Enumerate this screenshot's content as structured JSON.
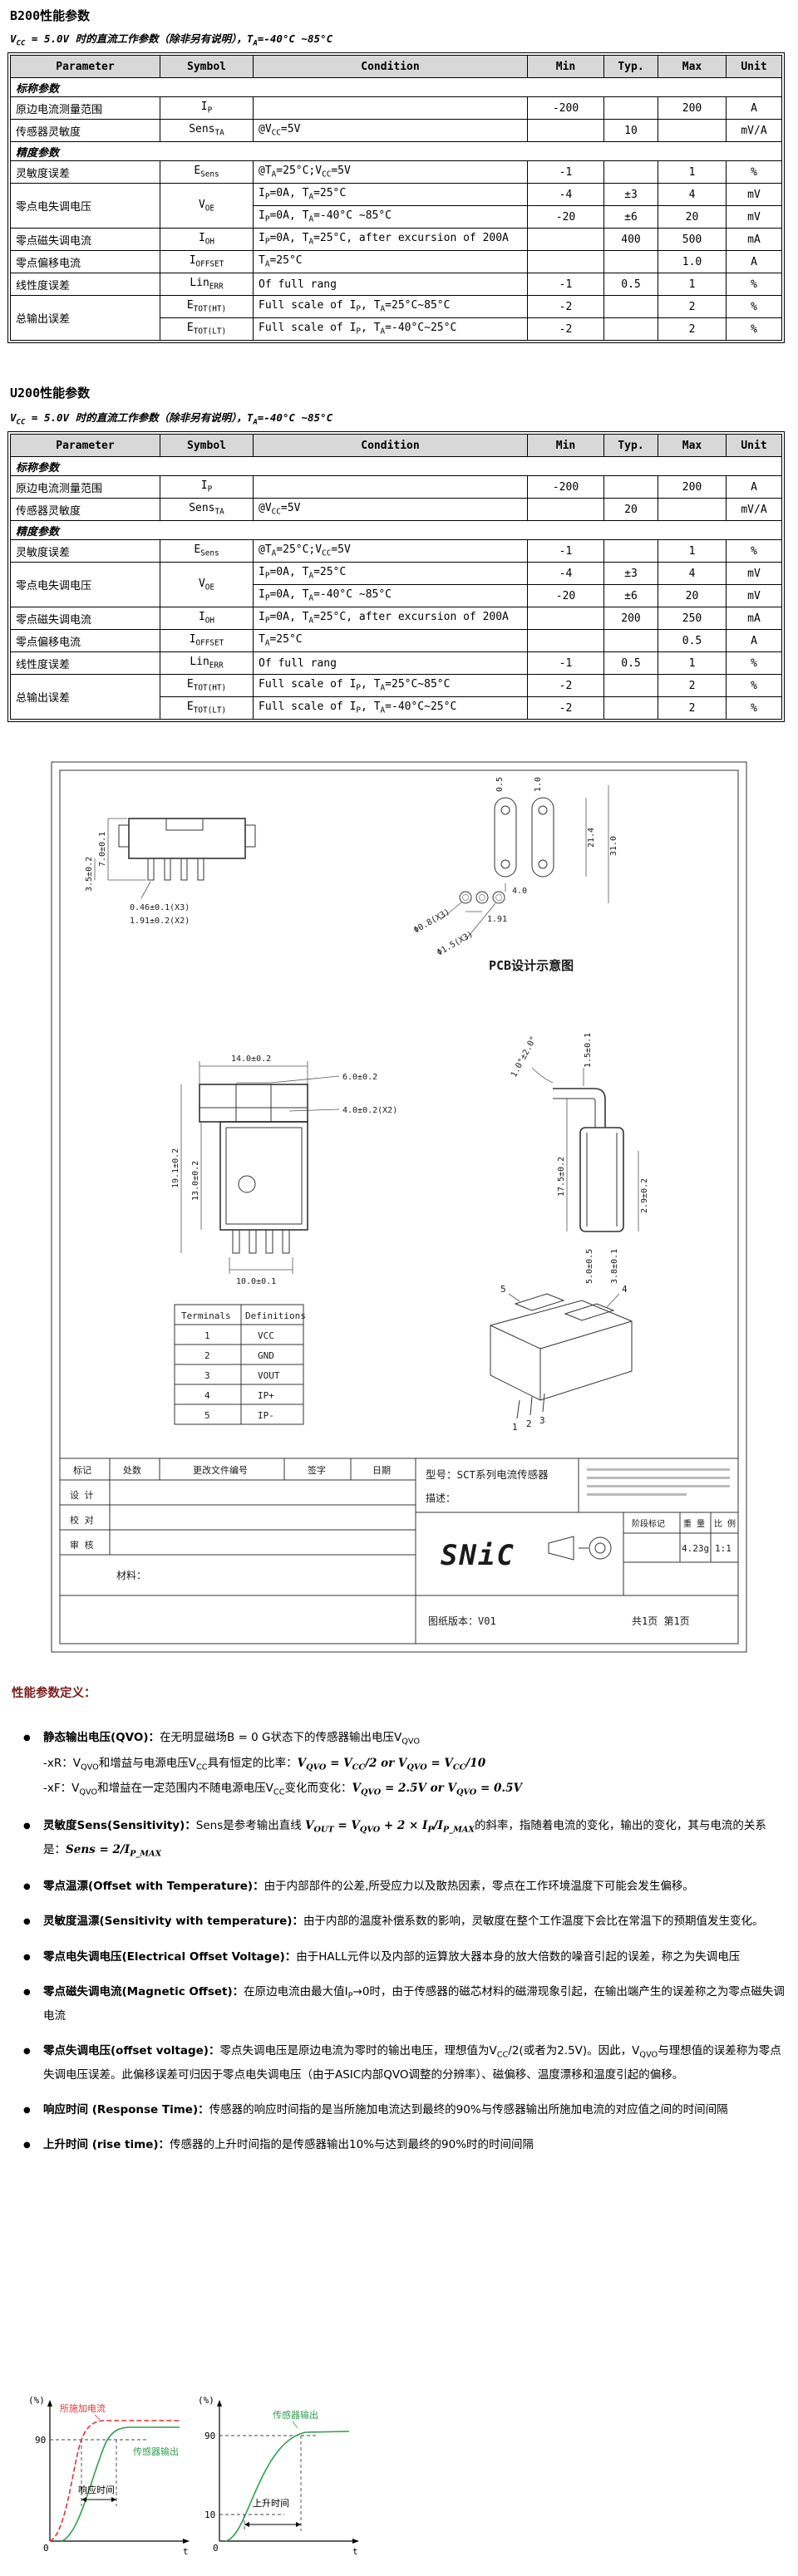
{
  "b200": {
    "title": "B200性能参数",
    "subtitle": "V_{CC} = 5.0V 时的直流工作参数（除非另有说明），T_{A}=-40°C ~85°C",
    "table": {
      "headers": [
        "Parameter",
        "Symbol",
        "Condition",
        "Min",
        "Typ.",
        "Max",
        "Unit"
      ],
      "widths": [
        180,
        112,
        330,
        92,
        65,
        82,
        67
      ],
      "rows": [
        {
          "section": "标称参数"
        },
        {
          "cells": [
            {
              "t": "原边电流测量范围",
              "cls": "pname"
            },
            {
              "t": "I_{P}"
            },
            {
              "t": "",
              "cls": "cond"
            },
            {
              "t": "-200"
            },
            {
              "t": ""
            },
            {
              "t": "200"
            },
            {
              "t": "A"
            }
          ]
        },
        {
          "cells": [
            {
              "t": "传感器灵敏度",
              "cls": "pname"
            },
            {
              "t": "Sens_{TA}"
            },
            {
              "t": "@V_{CC}=5V",
              "cls": "cond"
            },
            {
              "t": ""
            },
            {
              "t": "10"
            },
            {
              "t": ""
            },
            {
              "t": "mV/A"
            }
          ]
        },
        {
          "section": "精度参数"
        },
        {
          "cells": [
            {
              "t": "灵敏度误差",
              "cls": "pname"
            },
            {
              "t": "E_{Sens}"
            },
            {
              "t": "@T_{A}=25°C;V_{CC}=5V",
              "cls": "cond"
            },
            {
              "t": "-1"
            },
            {
              "t": ""
            },
            {
              "t": "1"
            },
            {
              "t": "%"
            }
          ]
        },
        {
          "cells": [
            {
              "t": "零点电失调电压",
              "cls": "pname",
              "rs": 2
            },
            {
              "t": "V_{OE}",
              "rs": 2
            },
            {
              "t": "I_{P}=0A, T_{A}=25°C",
              "cls": "cond"
            },
            {
              "t": "-4"
            },
            {
              "t": "±3"
            },
            {
              "t": "4"
            },
            {
              "t": "mV"
            }
          ]
        },
        {
          "cells": [
            {
              "t": "I_{P}=0A, T_{A}=-40°C ~85°C",
              "cls": "cond"
            },
            {
              "t": "-20"
            },
            {
              "t": "±6"
            },
            {
              "t": "20"
            },
            {
              "t": "mV"
            }
          ]
        },
        {
          "cells": [
            {
              "t": "零点磁失调电流",
              "cls": "pname"
            },
            {
              "t": "I_{OH}"
            },
            {
              "t": "I_{P}=0A, T_{A}=25°C, after excursion of 200A",
              "cls": "cond"
            },
            {
              "t": ""
            },
            {
              "t": "400"
            },
            {
              "t": "500"
            },
            {
              "t": "mA"
            }
          ]
        },
        {
          "cells": [
            {
              "t": "零点偏移电流",
              "cls": "pname"
            },
            {
              "t": "I_{OFFSET}"
            },
            {
              "t": "T_{A}=25°C",
              "cls": "cond"
            },
            {
              "t": ""
            },
            {
              "t": ""
            },
            {
              "t": "1.0"
            },
            {
              "t": "A"
            }
          ]
        },
        {
          "cells": [
            {
              "t": "线性度误差",
              "cls": "pname"
            },
            {
              "t": "Lin_{ERR}"
            },
            {
              "t": "Of full rang",
              "cls": "cond"
            },
            {
              "t": "-1"
            },
            {
              "t": "0.5"
            },
            {
              "t": "1"
            },
            {
              "t": "%"
            }
          ]
        },
        {
          "cells": [
            {
              "t": "总输出误差",
              "cls": "pname",
              "rs": 2
            },
            {
              "t": "E_{TOT(HT)}"
            },
            {
              "t": "Full scale of I_{P}, T_{A}=25°C~85°C",
              "cls": "cond"
            },
            {
              "t": "-2"
            },
            {
              "t": ""
            },
            {
              "t": "2"
            },
            {
              "t": "%"
            }
          ]
        },
        {
          "cells": [
            {
              "t": "E_{TOT(LT)}"
            },
            {
              "t": "Full scale of I_{P}, T_{A}=-40°C~25°C",
              "cls": "cond"
            },
            {
              "t": "-2"
            },
            {
              "t": ""
            },
            {
              "t": "2"
            },
            {
              "t": "%"
            }
          ]
        }
      ]
    }
  },
  "u200": {
    "title": "U200性能参数",
    "subtitle": "V_{CC} = 5.0V 时的直流工作参数（除非另有说明），T_{A}=-40°C ~85°C",
    "table": {
      "headers": [
        "Parameter",
        "Symbol",
        "Condition",
        "Min",
        "Typ.",
        "Max",
        "Unit"
      ],
      "widths": [
        180,
        112,
        330,
        92,
        65,
        82,
        67
      ],
      "rows": [
        {
          "section": "标称参数"
        },
        {
          "cells": [
            {
              "t": "原边电流测量范围",
              "cls": "pname"
            },
            {
              "t": "I_{P}"
            },
            {
              "t": "",
              "cls": "cond"
            },
            {
              "t": "-200"
            },
            {
              "t": ""
            },
            {
              "t": "200"
            },
            {
              "t": "A"
            }
          ]
        },
        {
          "cells": [
            {
              "t": "传感器灵敏度",
              "cls": "pname"
            },
            {
              "t": "Sens_{TA}"
            },
            {
              "t": "@V_{CC}=5V",
              "cls": "cond"
            },
            {
              "t": ""
            },
            {
              "t": "20"
            },
            {
              "t": ""
            },
            {
              "t": "mV/A"
            }
          ]
        },
        {
          "section": "精度参数"
        },
        {
          "cells": [
            {
              "t": "灵敏度误差",
              "cls": "pname"
            },
            {
              "t": "E_{Sens}"
            },
            {
              "t": "@T_{A}=25°C;V_{CC}=5V",
              "cls": "cond"
            },
            {
              "t": "-1"
            },
            {
              "t": ""
            },
            {
              "t": "1"
            },
            {
              "t": "%"
            }
          ]
        },
        {
          "cells": [
            {
              "t": "零点电失调电压",
              "cls": "pname",
              "rs": 2
            },
            {
              "t": "V_{OE}",
              "rs": 2
            },
            {
              "t": "I_{P}=0A, T_{A}=25°C",
              "cls": "cond"
            },
            {
              "t": "-4"
            },
            {
              "t": "±3"
            },
            {
              "t": "4"
            },
            {
              "t": "mV"
            }
          ]
        },
        {
          "cells": [
            {
              "t": "I_{P}=0A, T_{A}=-40°C ~85°C",
              "cls": "cond"
            },
            {
              "t": "-20"
            },
            {
              "t": "±6"
            },
            {
              "t": "20"
            },
            {
              "t": "mV"
            }
          ]
        },
        {
          "cells": [
            {
              "t": "零点磁失调电流",
              "cls": "pname"
            },
            {
              "t": "I_{OH}"
            },
            {
              "t": "I_{P}=0A, T_{A}=25°C, after excursion of 200A",
              "cls": "cond"
            },
            {
              "t": ""
            },
            {
              "t": "200"
            },
            {
              "t": "250"
            },
            {
              "t": "mA"
            }
          ]
        },
        {
          "cells": [
            {
              "t": "零点偏移电流",
              "cls": "pname"
            },
            {
              "t": "I_{OFFSET}"
            },
            {
              "t": "T_{A}=25°C",
              "cls": "cond"
            },
            {
              "t": ""
            },
            {
              "t": ""
            },
            {
              "t": "0.5"
            },
            {
              "t": "A"
            }
          ]
        },
        {
          "cells": [
            {
              "t": "线性度误差",
              "cls": "pname"
            },
            {
              "t": "Lin_{ERR}"
            },
            {
              "t": "Of full rang",
              "cls": "cond"
            },
            {
              "t": "-1"
            },
            {
              "t": "0.5"
            },
            {
              "t": "1"
            },
            {
              "t": "%"
            }
          ]
        },
        {
          "cells": [
            {
              "t": "总输出误差",
              "cls": "pname",
              "rs": 2
            },
            {
              "t": "E_{TOT(HT)}"
            },
            {
              "t": "Full scale of I_{P}, T_{A}=25°C~85°C",
              "cls": "cond"
            },
            {
              "t": "-2"
            },
            {
              "t": ""
            },
            {
              "t": "2"
            },
            {
              "t": "%"
            }
          ]
        },
        {
          "cells": [
            {
              "t": "E_{TOT(LT)}"
            },
            {
              "t": "Full scale of I_{P}, T_{A}=-40°C~25°C",
              "cls": "cond"
            },
            {
              "t": "-2"
            },
            {
              "t": ""
            },
            {
              "t": "2"
            },
            {
              "t": "%"
            }
          ]
        }
      ]
    }
  },
  "drawing": {
    "dims": {
      "tv_h": "7.0±0.1",
      "tv_side": "3.5±0.2",
      "tv_pin_w": "0.46±0.1(X3)",
      "tv_pin_p": "1.91±0.2(X2)",
      "pcb_d1": "0.5",
      "pcb_d2": "1.0",
      "pcb_d3": "31.0",
      "pcb_d4": "21.4",
      "pcb_d5": "4.0",
      "pcb_d6": "Φ0.8(X3)",
      "pcb_d7": "Φ1.5(X3)",
      "pcb_d8": "1.91",
      "pcb_label": "PCB设计示意图",
      "fv_w": "14.0±0.2",
      "fv_slot": "6.0±0.2",
      "fv_tab": "4.0±0.2(X2)",
      "fv_h1": "19.1±0.2",
      "fv_h2": "13.0±0.2",
      "fv_bw": "10.0±0.1",
      "sv_angle": "1.0°±2.0°",
      "sv_lead": "1.5±0.1",
      "sv_h": "17.5±0.2",
      "sv_d1": "2.9±0.2",
      "sv_d2": "5.0±0.5",
      "sv_d3": "3.8±0.1"
    },
    "terminals": {
      "headers": [
        "Terminals",
        "Definitions"
      ],
      "rows": [
        [
          "1",
          "VCC"
        ],
        [
          "2",
          "GND"
        ],
        [
          "3",
          "VOUT"
        ],
        [
          "4",
          "IP+"
        ],
        [
          "5",
          "IP-"
        ]
      ]
    },
    "iso": [
      "1",
      "2",
      "3",
      "4",
      "5"
    ],
    "titleblock": {
      "rev_headers": [
        "标记",
        "处数",
        "更改文件编号",
        "签字",
        "日期"
      ],
      "role_rows": [
        "设 计",
        "校 对",
        "审 核"
      ],
      "material": "材料：",
      "model": "型号：SCT系列电流传感器",
      "desc": "描述：",
      "brand": "SNiC",
      "stage": "阶段标记",
      "weight_label": "重 量",
      "scale_label": "比 例",
      "weight": "4.23g",
      "scale": "1:1",
      "version": "图纸版本：V01",
      "pages": "共1页 第1页"
    }
  },
  "defs": {
    "heading": "性能参数定义：",
    "items": [
      {
        "bullet": true,
        "parts": [
          {
            "s": "head",
            "t": "静态输出电压(QVO)："
          },
          {
            "s": "plain",
            "t": "在无明显磁场B = 0 G状态下的传感器输出电压V_{QVO}"
          }
        ]
      },
      {
        "bullet": false,
        "parts": [
          {
            "s": "plain",
            "t": "-xR：V_{QVO}和增益与电源电压V_{CC}具有恒定的比率："
          },
          {
            "s": "formula",
            "t": "V_{QVO} = V_{CC}/2  or  V_{QVO} = V_{CC}/10"
          }
        ]
      },
      {
        "bullet": false,
        "parts": [
          {
            "s": "plain",
            "t": "-xF：V_{QVO}和增益在一定范围内不随电源电压V_{CC}变化而变化："
          },
          {
            "s": "formula",
            "t": "V_{QVO} = 2.5V  or  V_{QVO} = 0.5V"
          }
        ]
      },
      {
        "bullet": true,
        "parts": [
          {
            "s": "head",
            "t": "灵敏度Sens(Sensitivity)："
          },
          {
            "s": "plain",
            "t": "Sens是参考输出直线 "
          },
          {
            "s": "formula",
            "t": "V_{OUT} = V_{QVO} + 2 × I_{P}/I_{P_MAX}"
          },
          {
            "s": "plain",
            "t": "的斜率，指随着电流的变化，输出的变化，其与电流的关系是："
          },
          {
            "s": "formula",
            "t": "Sens = 2/I_{P_MAX}"
          }
        ]
      },
      {
        "bullet": true,
        "parts": [
          {
            "s": "head",
            "t": "零点温漂(Offset with Temperature)："
          },
          {
            "s": "plain",
            "t": "由于内部部件的公差,所受应力以及散热因素，零点在工作环境温度下可能会发生偏移。"
          }
        ]
      },
      {
        "bullet": true,
        "parts": [
          {
            "s": "head",
            "t": "灵敏度温漂(Sensitivity with temperature)："
          },
          {
            "s": "plain",
            "t": "由于内部的温度补偿系数的影响，灵敏度在整个工作温度下会比在常温下的预期值发生变化。"
          }
        ]
      },
      {
        "bullet": true,
        "parts": [
          {
            "s": "head",
            "t": "零点电失调电压(Electrical Offset Voltage)："
          },
          {
            "s": "plain",
            "t": "由于HALL元件以及内部的运算放大器本身的放大倍数的噪音引起的误差，称之为失调电压"
          }
        ]
      },
      {
        "bullet": true,
        "parts": [
          {
            "s": "head",
            "t": "零点磁失调电流(Magnetic Offset)："
          },
          {
            "s": "plain",
            "t": "在原边电流由最大值I_{P}→0时，由于传感器的磁芯材料的磁滞现象引起，在输出端产生的误差称之为零点磁失调电流"
          }
        ]
      },
      {
        "bullet": true,
        "parts": [
          {
            "s": "head",
            "t": "零点失调电压(offset voltage)："
          },
          {
            "s": "plain",
            "t": "零点失调电压是原边电流为零时的输出电压，理想值为V_{CC}/2(或者为2.5V)。因此，V_{QVO}与理想值的误差称为零点失调电压误差。此偏移误差可归因于零点电失调电压（由于ASIC内部QVO调整的分辨率）、磁偏移、温度漂移和温度引起的偏移。"
          }
        ]
      },
      {
        "bullet": true,
        "parts": [
          {
            "s": "head",
            "t": "响应时间 (Response Time)："
          },
          {
            "s": "plain",
            "t": "传感器的响应时间指的是当所施加电流达到最终的90%与传感器输出所施加电流的对应值之间的时间间隔"
          }
        ]
      },
      {
        "bullet": true,
        "parts": [
          {
            "s": "head",
            "t": "上升时间 (rise time)："
          },
          {
            "s": "plain",
            "t": "传感器的上升时间指的是传感器输出10%与达到最终的90%时的时间间隔"
          }
        ]
      }
    ]
  },
  "charts": {
    "response": {
      "percent": "(%)",
      "y90": "90",
      "zero": "0",
      "t": "t",
      "applied": "所施加电流",
      "output": "传感器输出",
      "span": "响应时间"
    },
    "rise": {
      "percent": "(%)",
      "y90": "90",
      "y10": "10",
      "zero": "0",
      "t": "t",
      "output": "传感器输出",
      "span": "上升时间"
    }
  },
  "colors": {
    "applied_red": "#e03434",
    "output_green": "#2f9e4f",
    "header_gray": "#d8d8d8",
    "defs_heading": "#7b1d1d"
  }
}
